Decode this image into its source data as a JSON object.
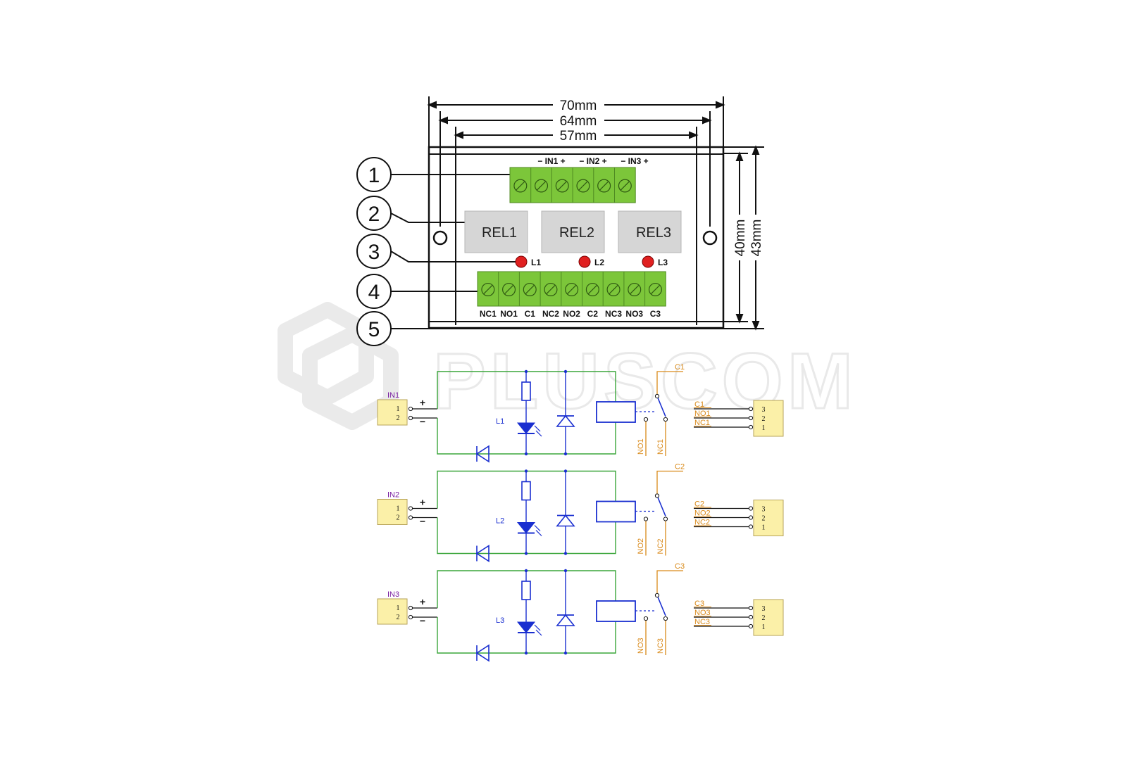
{
  "watermark": {
    "text": "PLUSCOM"
  },
  "dimensions": {
    "width_outer": "70mm",
    "width_holes": "64mm",
    "width_inner": "57mm",
    "height_inner": "40mm",
    "height_outer": "43mm"
  },
  "callouts": [
    "1",
    "2",
    "3",
    "4",
    "5"
  ],
  "input_terminal_labels": [
    "− IN1 +",
    "− IN2 +",
    "− IN3 +"
  ],
  "relays": [
    "REL1",
    "REL2",
    "REL3"
  ],
  "leds": [
    "L1",
    "L2",
    "L3"
  ],
  "output_terminal_labels": [
    "NC1",
    "NO1",
    "C1",
    "NC2",
    "NO2",
    "C2",
    "NC3",
    "NO3",
    "C3"
  ],
  "schematic": {
    "channels": [
      {
        "input": "IN1",
        "led": "L1",
        "common": "C1",
        "no": "NO1",
        "nc": "NC1"
      },
      {
        "input": "IN2",
        "led": "L2",
        "common": "C2",
        "no": "NO2",
        "nc": "NC2"
      },
      {
        "input": "IN3",
        "led": "L3",
        "common": "C3",
        "no": "NO3",
        "nc": "NC3"
      }
    ],
    "input_pins": [
      "1",
      "2"
    ],
    "output_pins": [
      "3",
      "2",
      "1"
    ],
    "plus_sign": "+",
    "minus_sign": "−"
  },
  "colors": {
    "terminal_green": "#7cc63a",
    "relay_gray": "#d6d6d6",
    "led_red": "#e02020",
    "wire_green": "#3aa53a",
    "component_blue": "#1a2fd0",
    "label_orange": "#d98a1a",
    "label_purple": "#7a1fa0",
    "connector_yellow": "#fbf0a8"
  }
}
